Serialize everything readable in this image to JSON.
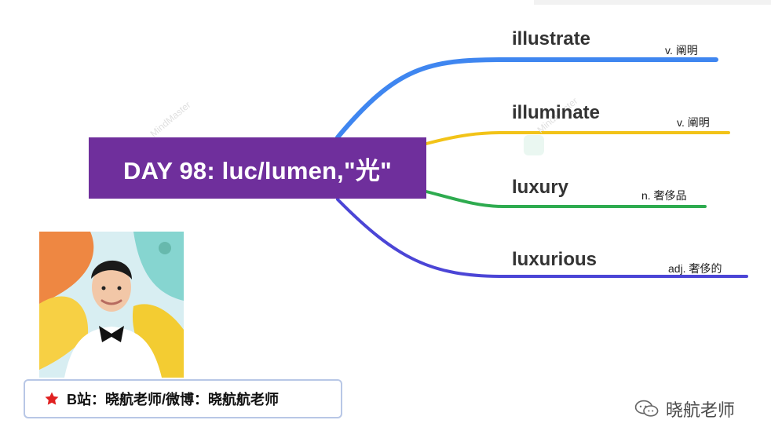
{
  "central_topic": "DAY 98: luc/lumen,\"光\"",
  "branches": [
    {
      "word": "illustrate",
      "pos": "v. 阐明",
      "color": "#3f86f0"
    },
    {
      "word": "illuminate",
      "pos": "v. 阐明",
      "color": "#f2c318"
    },
    {
      "word": "luxury",
      "pos": "n. 奢侈品",
      "color": "#2eab4f"
    },
    {
      "word": "luxurious",
      "pos": "adj. 奢侈的",
      "color": "#4b45d6"
    }
  ],
  "watermark": "MindMaster",
  "caption": "B站：晓航老师/微博：晓航航老师",
  "wechat": "晓航老师",
  "colors": {
    "central_bg": "#6f2f9c",
    "caption_border": "#b8c7e6",
    "star": "#e02020"
  },
  "icons": {
    "caption": "star-icon",
    "wechat": "wechat-icon"
  }
}
